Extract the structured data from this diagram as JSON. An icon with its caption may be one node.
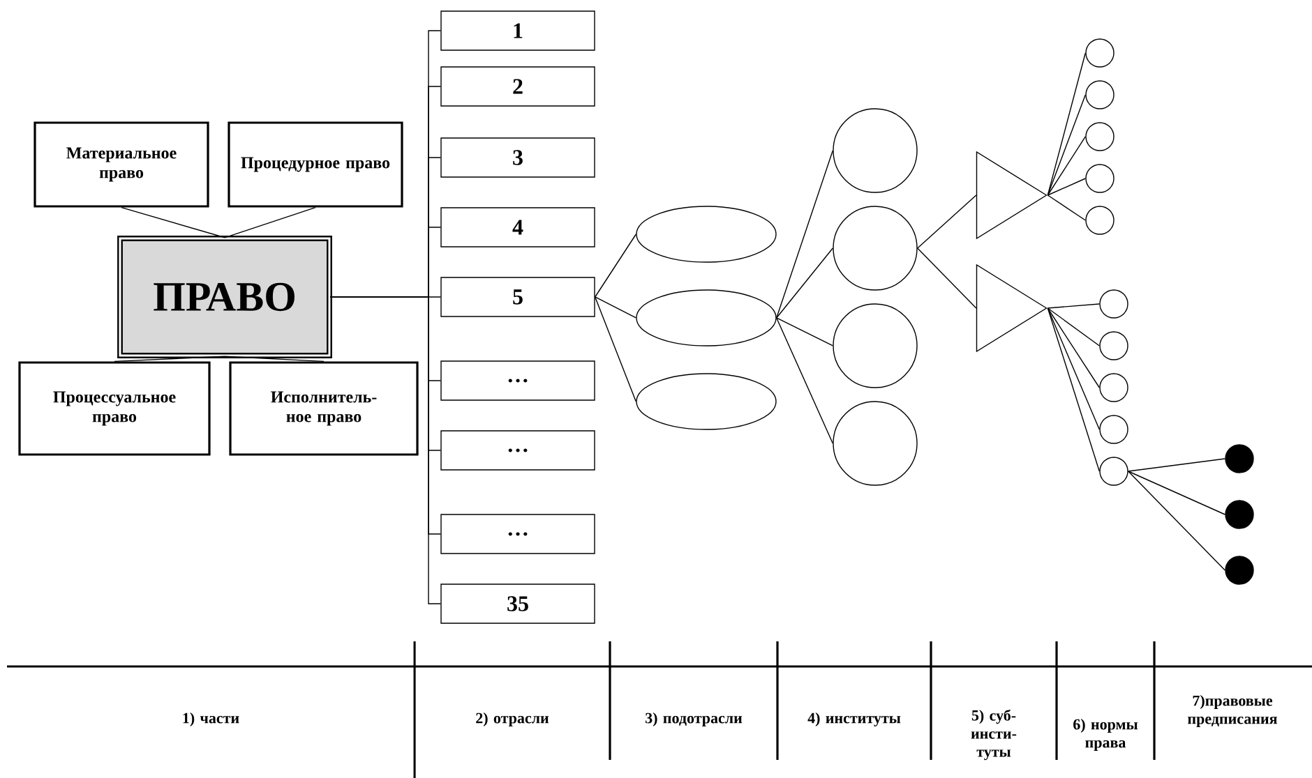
{
  "diagram": {
    "nodes": [
      {
        "text": [
          "ПРАВО"
        ]
      },
      {
        "text": [
          "Материальное право"
        ]
      },
      {
        "text": [
          "Процедурное право"
        ]
      },
      {
        "text": [
          "Процессуальное право"
        ]
      },
      {
        "text": [
          "Исполнитель-ное право"
        ]
      },
      {
        "text": [
          "1"
        ]
      },
      {
        "text": [
          "2"
        ]
      },
      {
        "text": [
          "3"
        ]
      },
      {
        "text": [
          "4"
        ]
      },
      {
        "text": [
          "5"
        ]
      },
      {
        "text": [
          "…"
        ]
      },
      {
        "text": [
          "…"
        ]
      },
      {
        "text": [
          "…"
        ]
      },
      {
        "text": [
          "35"
        ]
      },
      {
        "text": [],
        "shape": "ellipse"
      },
      {
        "text": [],
        "shape": "ellipse"
      },
      {
        "text": [],
        "shape": "ellipse"
      },
      {
        "text": [],
        "shape": "circle"
      },
      {
        "text": [],
        "shape": "circle"
      },
      {
        "text": [],
        "shape": "circle"
      },
      {
        "text": [],
        "shape": "circle"
      },
      {
        "text": [],
        "shape": "triangle"
      },
      {
        "text": [],
        "shape": "triangle"
      },
      {
        "text": [],
        "shape": "circle"
      },
      {
        "text": [],
        "shape": "circle"
      },
      {
        "text": [],
        "shape": "circle"
      },
      {
        "text": [],
        "shape": "circle"
      },
      {
        "text": [],
        "shape": "circle"
      },
      {
        "text": [],
        "shape": "circle"
      },
      {
        "text": [],
        "shape": "circle"
      },
      {
        "text": [],
        "shape": "circle"
      },
      {
        "text": [],
        "shape": "circle"
      },
      {
        "text": [],
        "shape": "circle"
      },
      {
        "text": [],
        "shape": "dot"
      },
      {
        "text": [],
        "shape": "dot"
      },
      {
        "text": [],
        "shape": "dot"
      }
    ],
    "edges": [
      {
        "from": 0,
        "to": 1,
        "arrow": "none"
      },
      {
        "from": 0,
        "to": 2,
        "arrow": "none"
      },
      {
        "from": 0,
        "to": 3,
        "arrow": "none"
      },
      {
        "from": 0,
        "to": 4,
        "arrow": "none"
      },
      {
        "from": 0,
        "to": 5,
        "arrow": "none"
      },
      {
        "from": 0,
        "to": 6,
        "arrow": "none"
      },
      {
        "from": 0,
        "to": 7,
        "arrow": "none"
      },
      {
        "from": 0,
        "to": 8,
        "arrow": "none"
      },
      {
        "from": 0,
        "to": 9,
        "arrow": "none"
      },
      {
        "from": 0,
        "to": 10,
        "arrow": "none"
      },
      {
        "from": 0,
        "to": 11,
        "arrow": "none"
      },
      {
        "from": 0,
        "to": 12,
        "arrow": "none"
      },
      {
        "from": 0,
        "to": 13,
        "arrow": "none"
      },
      {
        "from": 9,
        "to": 14,
        "arrow": "none"
      },
      {
        "from": 9,
        "to": 15,
        "arrow": "none"
      },
      {
        "from": 9,
        "to": 16,
        "arrow": "none"
      },
      {
        "from": 15,
        "to": 17,
        "arrow": "none"
      },
      {
        "from": 15,
        "to": 18,
        "arrow": "none"
      },
      {
        "from": 15,
        "to": 19,
        "arrow": "none"
      },
      {
        "from": 15,
        "to": 20,
        "arrow": "none"
      },
      {
        "from": 18,
        "to": 21,
        "arrow": "none"
      },
      {
        "from": 18,
        "to": 22,
        "arrow": "none"
      },
      {
        "from": 21,
        "to": 23,
        "arrow": "none"
      },
      {
        "from": 21,
        "to": 24,
        "arrow": "none"
      },
      {
        "from": 21,
        "to": 25,
        "arrow": "none"
      },
      {
        "from": 21,
        "to": 26,
        "arrow": "none"
      },
      {
        "from": 21,
        "to": 27,
        "arrow": "none"
      },
      {
        "from": 22,
        "to": 28,
        "arrow": "none"
      },
      {
        "from": 22,
        "to": 29,
        "arrow": "none"
      },
      {
        "from": 22,
        "to": 30,
        "arrow": "none"
      },
      {
        "from": 22,
        "to": 31,
        "arrow": "none"
      },
      {
        "from": 22,
        "to": 32,
        "arrow": "none"
      },
      {
        "from": 32,
        "to": 33,
        "arrow": "none"
      },
      {
        "from": 32,
        "to": 34,
        "arrow": "none"
      },
      {
        "from": 32,
        "to": 35,
        "arrow": "none"
      }
    ],
    "labels": [
      "1) части",
      "2) отрасли",
      "3) подотрасли",
      "4) институты",
      "5) суб-инсти-туты",
      "6) нормы права",
      "7)правовые предписания"
    ]
  }
}
